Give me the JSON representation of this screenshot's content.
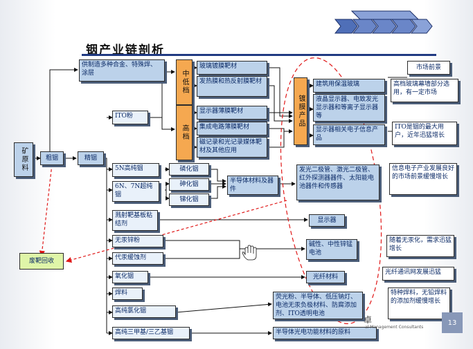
{
  "title": "铟产业链剖析",
  "page_number": "13",
  "watermark": {
    "cn": "卓",
    "en": "al Management Consultants"
  },
  "boxes": {
    "ore": "矿原料",
    "crude": "粗铟",
    "refined": "精铟",
    "recycle": "废靶回收",
    "alloy": "供制造多种合金、特殊焊、涂层",
    "ito_powder": "ITO粉",
    "mid_low": "中低档",
    "high": "高档",
    "glass_coat": "玻璃镀膜靶材",
    "heat_film": "发热膜和热反射膜靶材",
    "display_film": "显示器薄膜靶材",
    "ic_film": "集成电路薄膜靶材",
    "magnetic": "磁记录和光记录媒体靶材及其他应用",
    "coated_products": "镀膜产品",
    "building_glass": "建筑用保温玻璃",
    "lcd": "液晶显示器、电致发光显示器和等离子显示器等",
    "display_electronics": "显示器相关电子信息产品",
    "market_outlook": "市场前景",
    "outlook_glass": "高档玻璃幕墙部分选用，有一定市场",
    "outlook_ito": "ITO是铟的最大用户，近年迅猛增长",
    "purity_5n": "5N高纯铟",
    "purity_6n": "6N、7N超纯铟",
    "inp": "磷化铟",
    "inas": "砷化铟",
    "insb": "锑化铟",
    "semi_material": "半导体材料及器件",
    "optoelectronics": "发光二极管、激光二极管、红外探测器器件、太阳能电池器件和传感器",
    "outlook_electronics": "信息电子产业发展良好的市场前景缓慢增长",
    "sputter": "溅射靶基板粘结剂",
    "display": "显示器",
    "mercury_free": "无汞锌粉",
    "mercury_sub": "代汞缓蚀剂",
    "battery": "碱性、中性锌锰电池",
    "outlook_battery": "随着无汞化，需求迅猛增长",
    "indium_oxide": "氧化铟",
    "optical_fiber": "光纤材料",
    "outlook_fiber": "光纤通讯网发展迅猛",
    "solder": "焊料",
    "indium_chloride": "高纯氯化铟",
    "phosphor": "荧光粉、半导体、低压钠灯、电池无汞负极材料、防腐添加剂、ITO透明电池",
    "outlook_solder": "特种焊料，无铅焊料的添加剂缓慢增长",
    "trimethyl": "高纯三甲基/三乙基铟",
    "optoelectronic_raw": "半导体光电功能材料的原料"
  },
  "colors": {
    "blue_box": "#bcd2ea",
    "orange_box": "#f5a850",
    "green_box": "#dff5a8",
    "title_bar": "#203a82",
    "dashed_red": "#e01818",
    "arrow_banner": "#4f6fb8"
  }
}
